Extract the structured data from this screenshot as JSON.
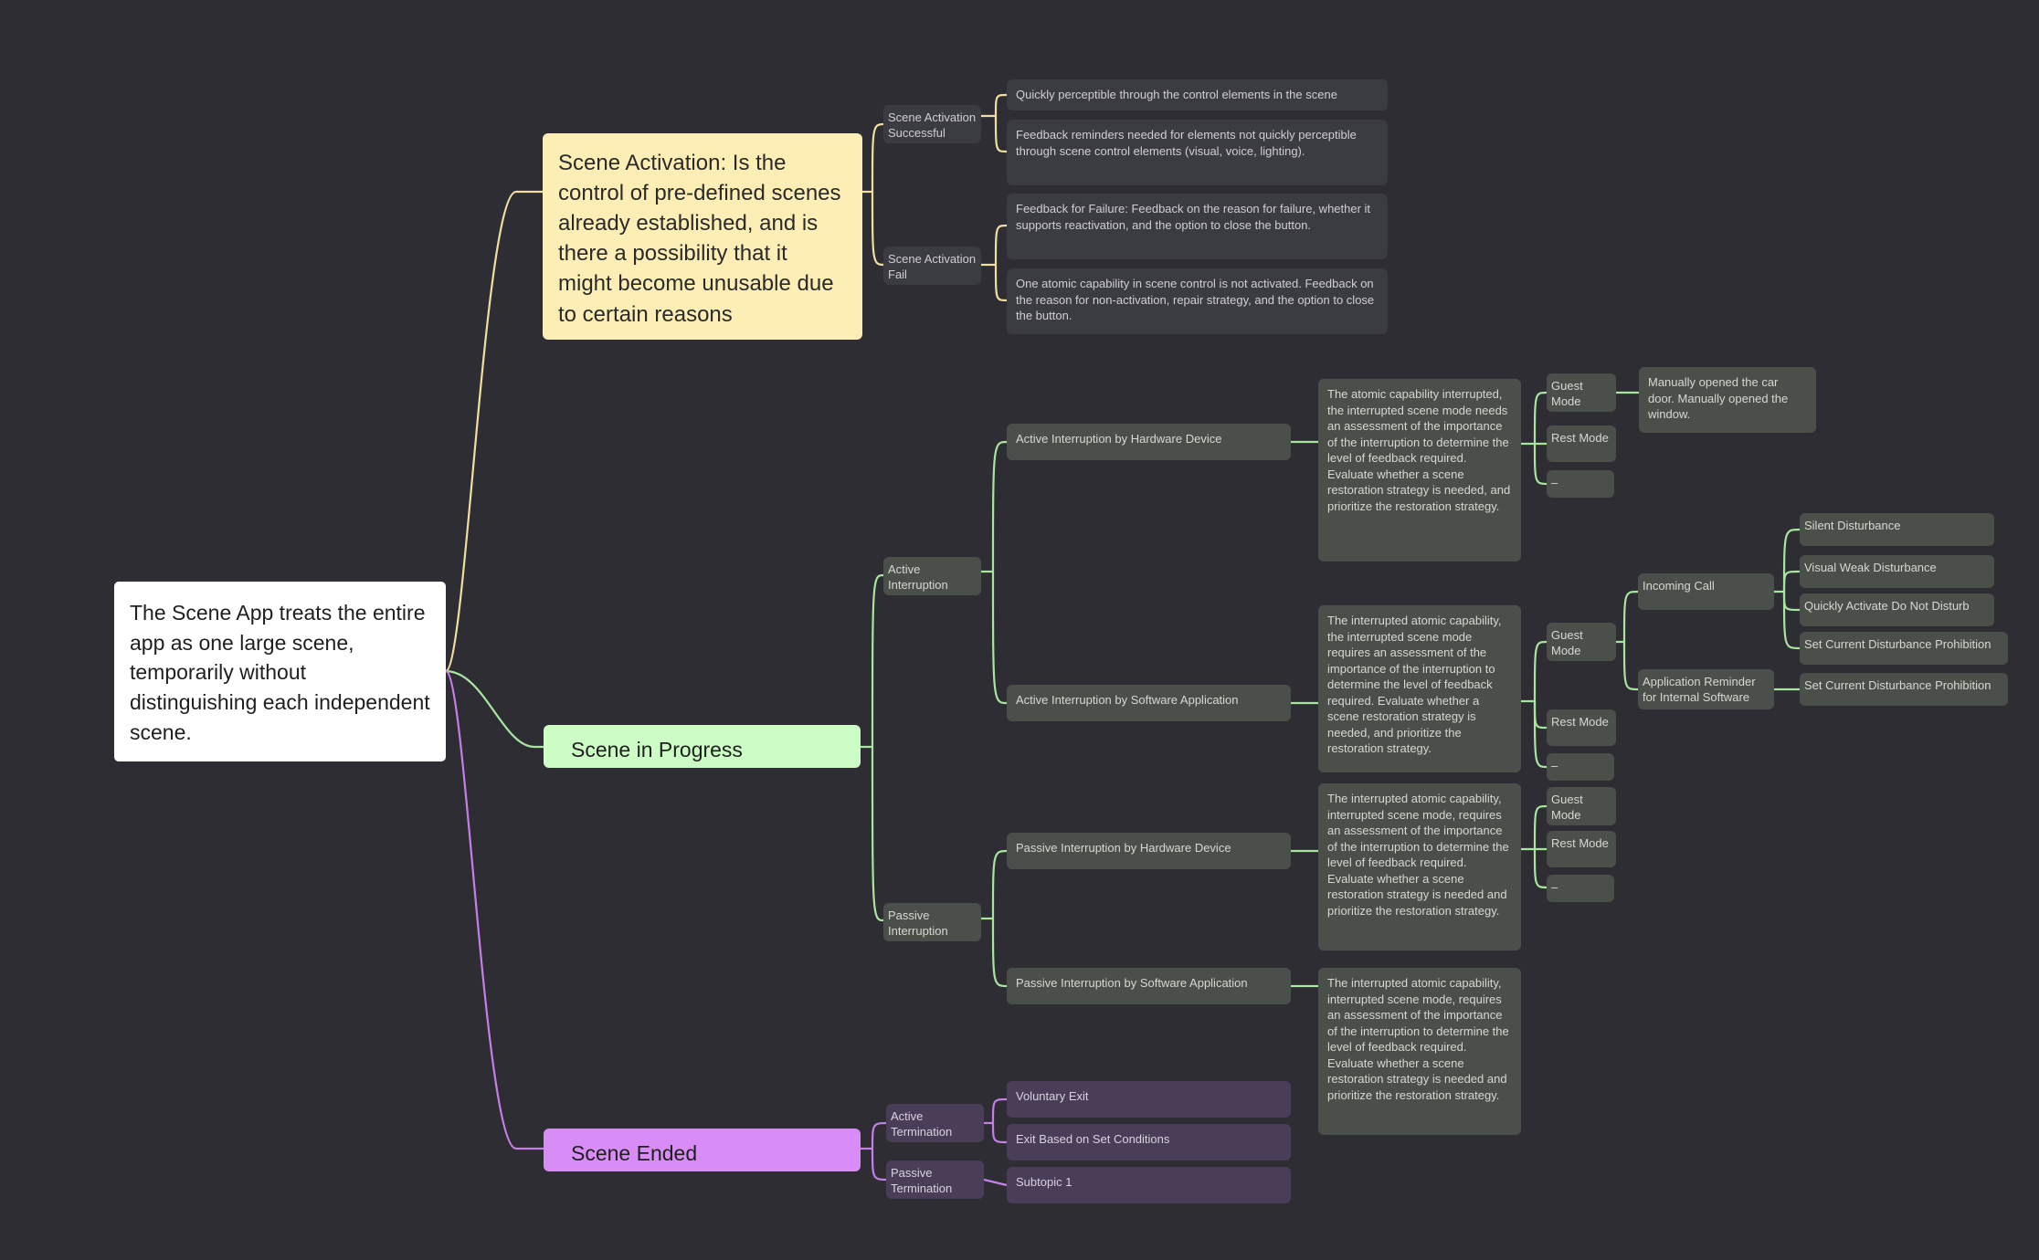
{
  "colors": {
    "background": "#2d2d33",
    "yellow_branch": "#f2dfa0",
    "green_branch": "#a8e6a0",
    "purple_branch": "#c77fe8"
  },
  "root": {
    "text": "The Scene App treats the entire app as one large scene, temporarily without distinguishing each independent scene."
  },
  "activation": {
    "text": "Scene Activation: Is the control of pre-defined scenes already established, and is there a possibility that it might become unusable due to certain reasons",
    "successful": {
      "label": "Scene Activation Successful",
      "items": [
        "Quickly perceptible through the control elements in the scene",
        "Feedback reminders needed for elements not quickly perceptible through scene control elements (visual, voice, lighting)."
      ]
    },
    "fail": {
      "label": "Scene Activation Fail",
      "items": [
        "Feedback for Failure: Feedback on the reason for failure, whether it supports reactivation, and the option to close the button.",
        "One atomic capability in scene control is not activated. Feedback on the reason for non-activation, repair strategy, and the option to close the button."
      ]
    }
  },
  "progress": {
    "text": "Scene in Progress",
    "active": {
      "label": "Active Interruption",
      "hardware": {
        "label": "Active Interruption by Hardware Device",
        "desc": "The atomic capability interrupted, the interrupted scene mode needs an assessment of the importance of the interruption to determine the level of feedback required. Evaluate whether a scene restoration strategy is needed, and prioritize the restoration strategy.",
        "guest": "Guest Mode",
        "guest_detail": "Manually opened the car door. Manually opened the window.",
        "rest": "Rest Mode",
        "dash": "–"
      },
      "software": {
        "label": "Active Interruption by Software Application",
        "desc": "The interrupted atomic capability, the interrupted scene mode requires an assessment of the importance of the interruption to determine the level of feedback required. Evaluate whether a scene restoration strategy is needed, and prioritize the restoration strategy.",
        "guest": "Guest Mode",
        "incoming_call": "Incoming Call",
        "call_items": [
          "Silent Disturbance",
          "Visual Weak Disturbance",
          "Quickly Activate Do Not Disturb",
          "Set Current Disturbance Prohibition"
        ],
        "app_reminder": "Application Reminder for Internal Software",
        "app_item": "Set Current Disturbance Prohibition",
        "rest": "Rest Mode",
        "dash": "–"
      }
    },
    "passive": {
      "label": "Passive Interruption",
      "hardware": {
        "label": "Passive Interruption by Hardware Device",
        "desc": "The interrupted atomic capability, interrupted scene mode, requires an assessment of the importance of the interruption to determine the level of feedback required. Evaluate whether a scene restoration strategy is needed and prioritize the restoration strategy.",
        "guest": "Guest Mode",
        "rest": "Rest Mode",
        "dash": "–"
      },
      "software": {
        "label": "Passive Interruption by Software Application",
        "desc": "The interrupted atomic capability, interrupted scene mode, requires an assessment of the importance of the interruption to determine the level of feedback required. Evaluate whether a scene restoration strategy is needed and prioritize the restoration strategy."
      }
    }
  },
  "ended": {
    "text": "Scene Ended",
    "active": {
      "label": "Active Termination",
      "items": [
        "Voluntary Exit",
        "Exit Based on Set Conditions"
      ]
    },
    "passive": {
      "label": "Passive Termination",
      "items": [
        "Subtopic 1"
      ]
    }
  }
}
